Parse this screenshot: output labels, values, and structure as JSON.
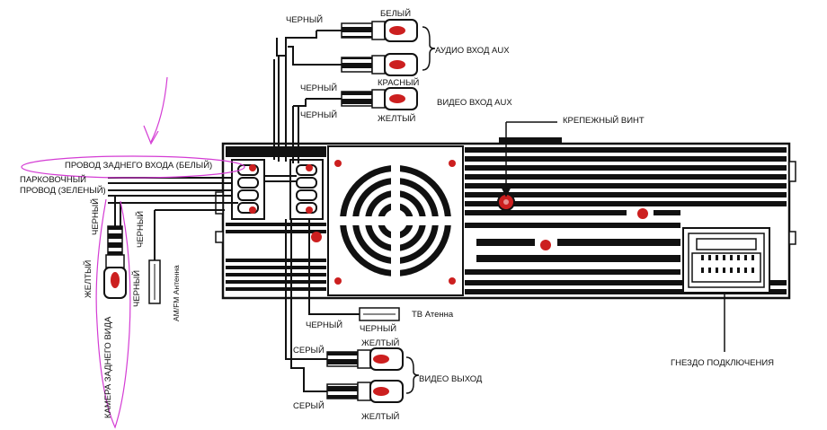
{
  "labels": {
    "black": "ЧЕРНЫЙ",
    "white": "БЕЛЫЙ",
    "red": "КРАСНЫЙ",
    "yellow": "ЖЕЛТЫЙ",
    "grey": "СЕРЫЙ",
    "green": "ЗЕЛЕНЫЙ",
    "audio_in_aux": "АУДИО ВХОД AUX",
    "video_in_aux": "ВИДЕО ВХОД AUX",
    "mount_screw": "КРЕПЕЖНЫЙ ВИНТ",
    "rear_input_wire": "ПРОВОД ЗАДНЕГО ВХОДА (БЕЛЫЙ)",
    "parking_wire_1": "ПАРКОВОЧНЫЙ",
    "parking_wire_2": "ПРОВОД (ЗЕЛЕНЫЙ)",
    "yellow_mixed": "ЖЕЛТЫЙ",
    "amfm_antenna": "AM/FM Антенна",
    "tv_antenna": "ТВ Атенна",
    "video_out": "ВИДЕО ВЫХОД",
    "connector_socket": "ГНЕЗДО ПОДКЛЮЧЕНИЯ",
    "rear_camera": "КАМЕРА ЗАДНЕГО ВИДА"
  },
  "colors": {
    "line": "#111111",
    "accent_red": "#cc1f1f",
    "annotation": "#d43cd4",
    "background": "#ffffff"
  }
}
